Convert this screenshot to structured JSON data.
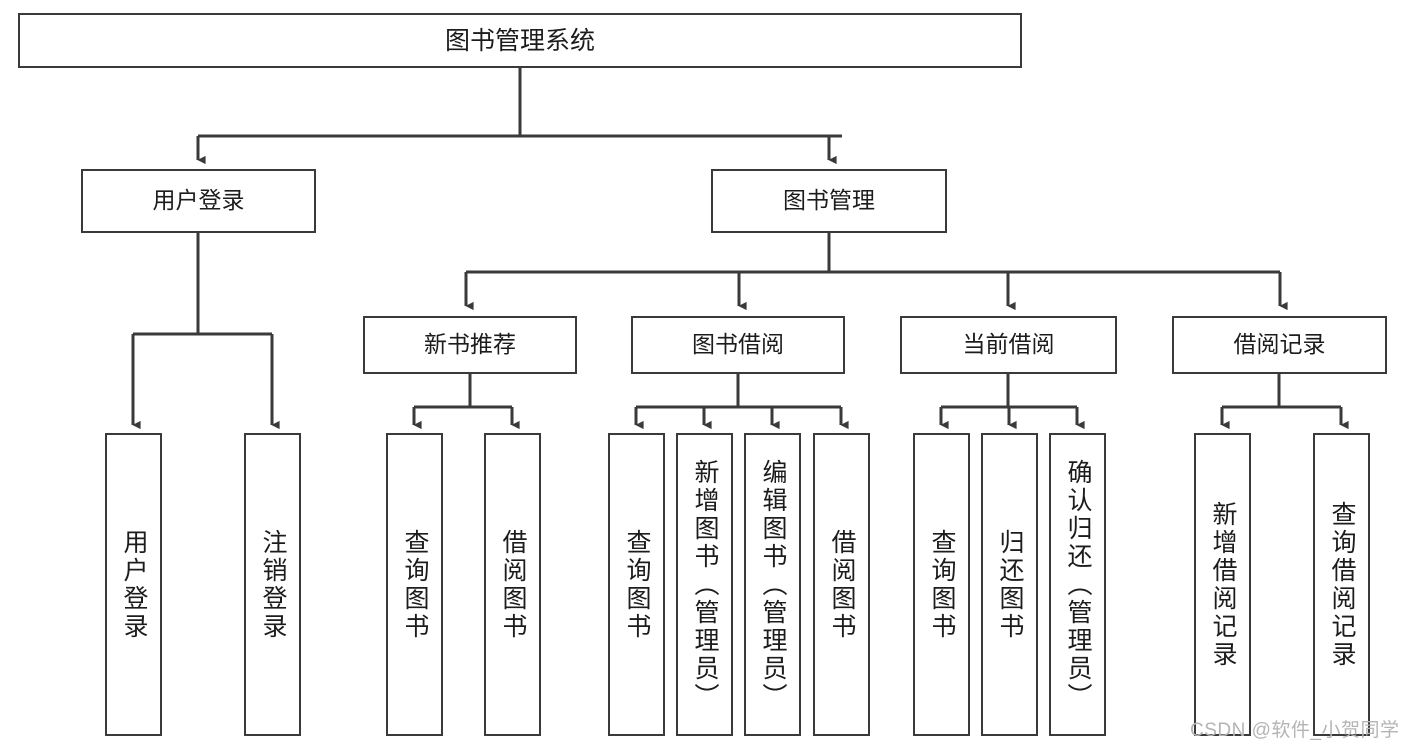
{
  "diagram": {
    "title": "图书管理系统",
    "type": "hierarchy-tree",
    "root": {
      "label": "图书管理系统"
    },
    "level2": [
      {
        "label": "用户登录"
      },
      {
        "label": "图书管理"
      }
    ],
    "level3": [
      {
        "label": "新书推荐"
      },
      {
        "label": "图书借阅"
      },
      {
        "label": "当前借阅"
      },
      {
        "label": "借阅记录"
      }
    ],
    "leaves": {
      "user_login": [
        {
          "label": "用户登录"
        },
        {
          "label": "注销登录"
        }
      ],
      "new_book_recommend": [
        {
          "label": "查询图书"
        },
        {
          "label": "借阅图书"
        }
      ],
      "book_borrow": [
        {
          "label": "查询图书"
        },
        {
          "label": "新增图书（管理员）"
        },
        {
          "label": "编辑图书（管理员）"
        },
        {
          "label": "借阅图书"
        }
      ],
      "current_borrow": [
        {
          "label": "查询图书"
        },
        {
          "label": "归还图书"
        },
        {
          "label": "确认归还（管理员）"
        }
      ],
      "borrow_record": [
        {
          "label": "新增借阅记录"
        },
        {
          "label": "查询借阅记录"
        }
      ]
    }
  },
  "watermark": {
    "text": "CSDN @软件_小贺同学"
  },
  "colors": {
    "stroke": "#3a3a3a",
    "box_fill": "#ffffff",
    "text": "#1c1c1c",
    "watermark": "#b4b4b4"
  }
}
